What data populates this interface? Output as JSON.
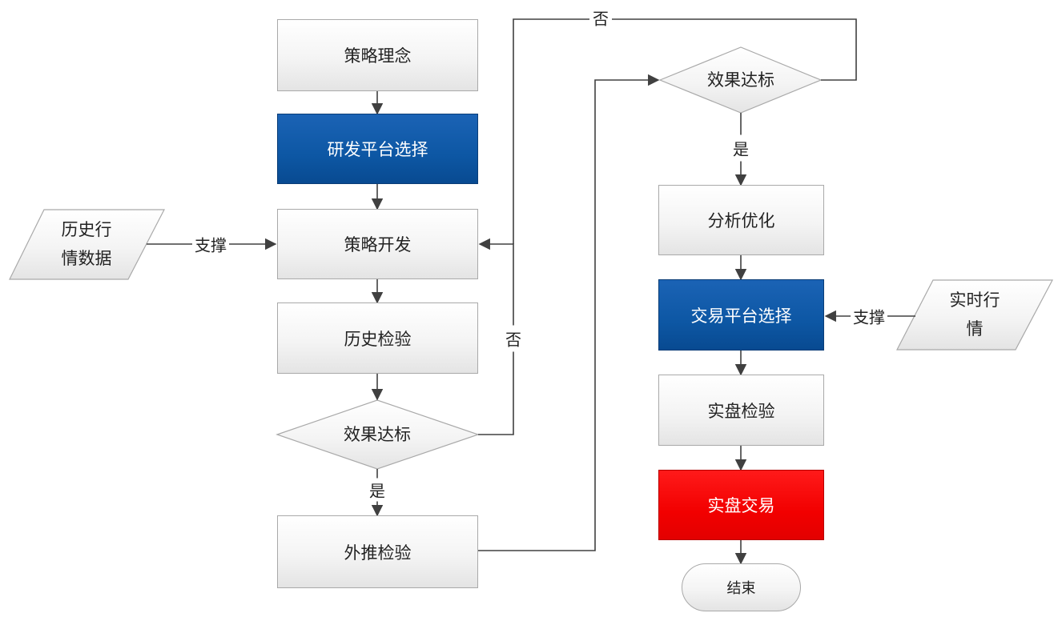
{
  "nodes": {
    "strategy_concept": "策略理念",
    "platform_select_research": "研发平台选择",
    "strategy_dev": "策略开发",
    "history_test": "历史检验",
    "effect_ok_1": "效果达标",
    "extrapolate_test": "外推检验",
    "effect_ok_2": "效果达标",
    "analyze_optimize": "分析优化",
    "platform_select_trade": "交易平台选择",
    "live_test": "实盘检验",
    "live_trade": "实盘交易",
    "end": "结束"
  },
  "data_sources": {
    "history_data_line1": "历史行",
    "history_data_line2": "情数据",
    "realtime_line1": "实时行",
    "realtime_line2": "情"
  },
  "edge_labels": {
    "yes_1": "是",
    "no_1": "否",
    "yes_2": "是",
    "no_2": "否",
    "support_left": "支撑",
    "support_right": "支撑"
  }
}
